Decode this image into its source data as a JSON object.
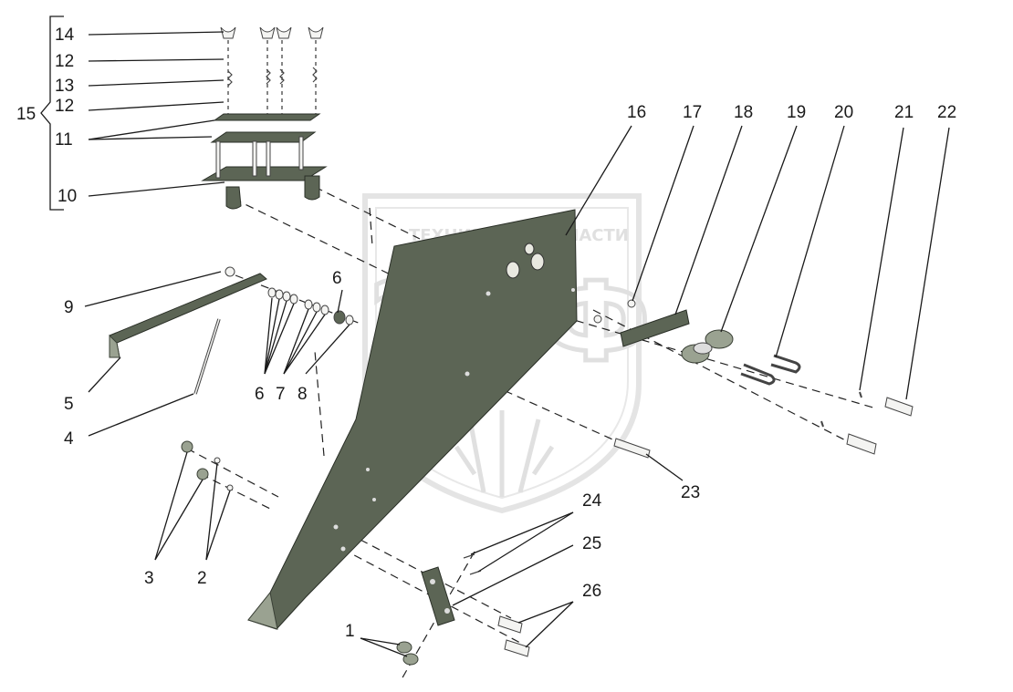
{
  "watermark": {
    "brand_left": "ТЕХНИКА",
    "brand_right": "ЗАПЧАСТИ",
    "logo": "ЭПФ"
  },
  "callouts": [
    {
      "id": "c1",
      "text": "1"
    },
    {
      "id": "c2",
      "text": "2"
    },
    {
      "id": "c3",
      "text": "3"
    },
    {
      "id": "c4",
      "text": "4"
    },
    {
      "id": "c5",
      "text": "5"
    },
    {
      "id": "c6a",
      "text": "6"
    },
    {
      "id": "c6b",
      "text": "6"
    },
    {
      "id": "c7",
      "text": "7"
    },
    {
      "id": "c8",
      "text": "8"
    },
    {
      "id": "c9",
      "text": "9"
    },
    {
      "id": "c10",
      "text": "10"
    },
    {
      "id": "c11",
      "text": "11"
    },
    {
      "id": "c12a",
      "text": "12"
    },
    {
      "id": "c12b",
      "text": "12"
    },
    {
      "id": "c13",
      "text": "13"
    },
    {
      "id": "c14",
      "text": "14"
    },
    {
      "id": "c15",
      "text": "15"
    },
    {
      "id": "c16",
      "text": "16"
    },
    {
      "id": "c17",
      "text": "17"
    },
    {
      "id": "c18",
      "text": "18"
    },
    {
      "id": "c19",
      "text": "19"
    },
    {
      "id": "c20",
      "text": "20"
    },
    {
      "id": "c21",
      "text": "21"
    },
    {
      "id": "c22",
      "text": "22"
    },
    {
      "id": "c23",
      "text": "23"
    },
    {
      "id": "c24",
      "text": "24"
    },
    {
      "id": "c25",
      "text": "25"
    },
    {
      "id": "c26",
      "text": "26"
    }
  ]
}
